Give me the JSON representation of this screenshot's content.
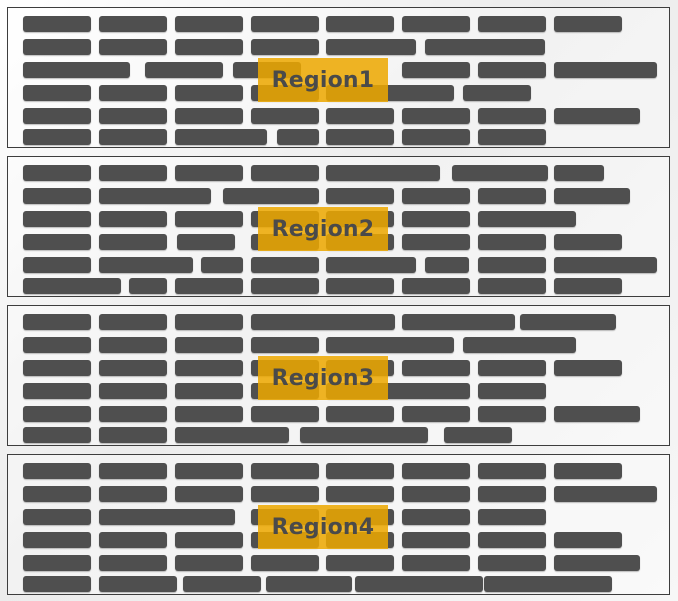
{
  "regions": [
    {
      "label": "Region1"
    },
    {
      "label": "Region2"
    },
    {
      "label": "Region3"
    },
    {
      "label": "Region4"
    }
  ],
  "colors": {
    "bar": "#4f4f4f",
    "label_fill": "#eca800",
    "label_text": "#4a4a4a",
    "border": "#3d3d3d"
  }
}
